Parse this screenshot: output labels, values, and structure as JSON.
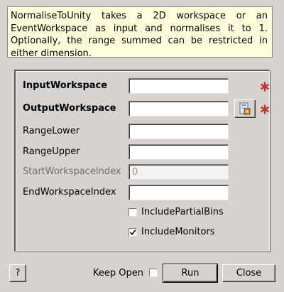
{
  "description": "NormaliseToUnity takes a 2D workspace or an EventWorkspace as input and normalises it to 1. Optionally, the range summed can be restricted in either dimension.",
  "properties": {
    "input_workspace": {
      "label": "InputWorkspace",
      "value": ""
    },
    "output_workspace": {
      "label": "OutputWorkspace",
      "value": ""
    },
    "range_lower": {
      "label": "RangeLower",
      "value": ""
    },
    "range_upper": {
      "label": "RangeUpper",
      "value": ""
    },
    "start_workspace_index": {
      "label": "StartWorkspaceIndex",
      "placeholder": "0",
      "value": ""
    },
    "end_workspace_index": {
      "label": "EndWorkspaceIndex",
      "value": ""
    },
    "include_partial_bins": {
      "label": "IncludePartialBins",
      "checked": false
    },
    "include_monitors": {
      "label": "IncludeMonitors",
      "checked": true
    }
  },
  "required_marker_icon": "red-asterisk-icon",
  "browse_icon": "workspace-browse-icon",
  "footer": {
    "help_label": "?",
    "keep_open_label": "Keep Open",
    "keep_open_checked": false,
    "run_label": "Run",
    "close_label": "Close"
  },
  "colors": {
    "dialog_background": "#d6d2d0",
    "description_background": "#ffffdc",
    "required_marker": "#c0362c"
  }
}
